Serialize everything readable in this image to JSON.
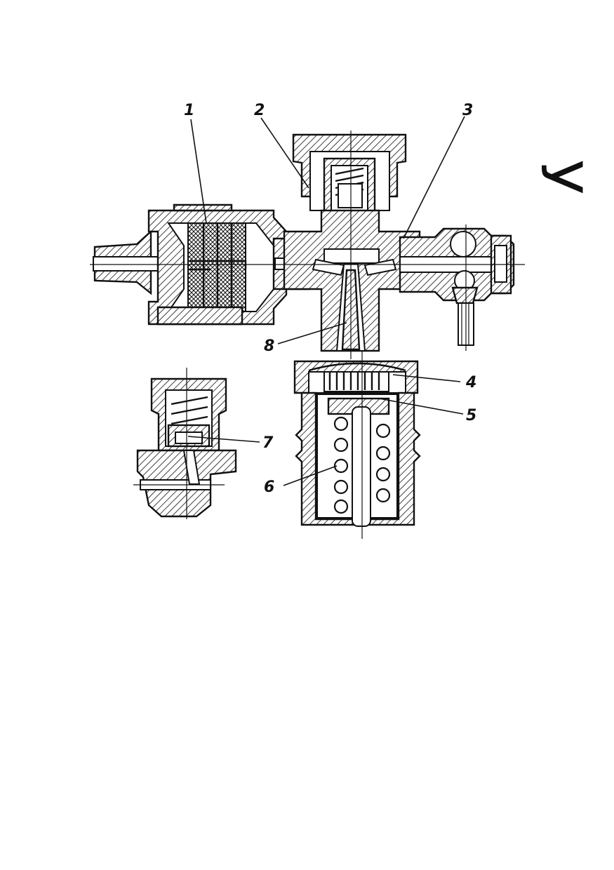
{
  "diagram": {
    "callouts": [
      {
        "id": "callout-1",
        "text": "1"
      },
      {
        "id": "callout-2",
        "text": "2"
      },
      {
        "id": "callout-3",
        "text": "3"
      },
      {
        "id": "callout-4",
        "text": "4"
      },
      {
        "id": "callout-5",
        "text": "5"
      },
      {
        "id": "callout-6",
        "text": "6"
      },
      {
        "id": "callout-7",
        "text": "7"
      },
      {
        "id": "callout-8",
        "text": "8"
      }
    ],
    "edge_letter": "У"
  }
}
